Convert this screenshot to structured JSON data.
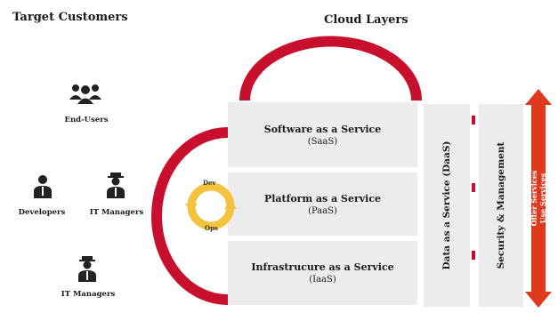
{
  "headings": {
    "target_customers": "Target Customers",
    "cloud_layers": "Cloud Layers"
  },
  "customers": {
    "end_users": "End-Users",
    "developers": "Developers",
    "it_managers_1": "IT Managers",
    "it_managers_2": "IT Managers"
  },
  "layers": [
    {
      "name": "Software as a Service",
      "abbr": "(SaaS)"
    },
    {
      "name": "Platform as a Service",
      "abbr": "(PaaS)"
    },
    {
      "name": "Infrastrucure as a Service",
      "abbr": "(IaaS)"
    }
  ],
  "cycle": {
    "top": "Dev",
    "bottom": "Ops"
  },
  "columns": {
    "daas": "Data as a Service (DaaS)",
    "security": "Security & Management"
  },
  "arrow": {
    "offer": "Offer Services",
    "use": "Use Services"
  },
  "colors": {
    "accent_red": "#c8102e",
    "arrow_red": "#e03a1e",
    "cycle_yellow": "#f3c33c",
    "panel_gray": "#ececec"
  },
  "icons": [
    "group-users-icon",
    "person-icon",
    "person-with-hat-icon"
  ]
}
